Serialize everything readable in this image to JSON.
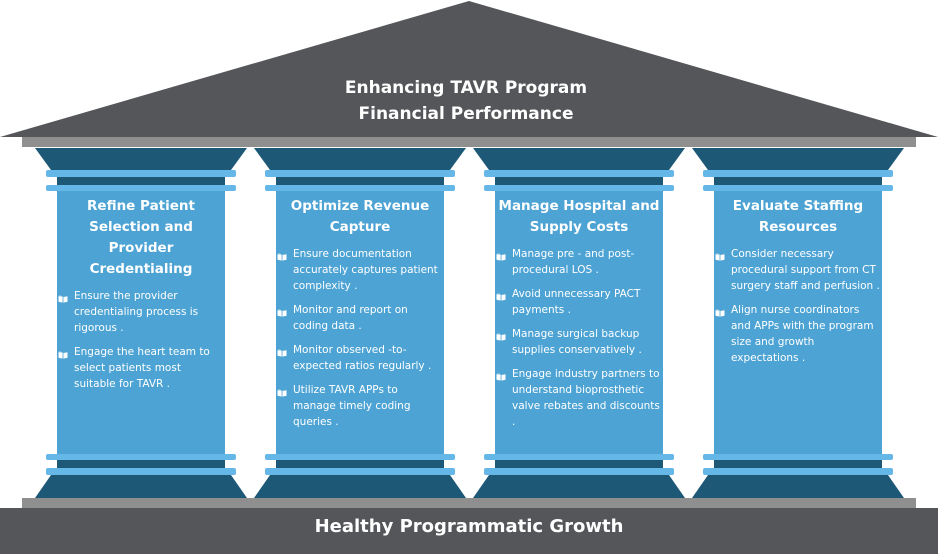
{
  "roof": {
    "title_line1": "Enhancing TAVR  Program",
    "title_line2": "Financial Performance"
  },
  "base": {
    "title": "Healthy Programmatic Growth"
  },
  "pillars": [
    {
      "title": "Refine Patient Selection and Provider Credentialing",
      "bullets": [
        "Ensure the provider credentialing process is rigorous .",
        "Engage the heart team to select patients most suitable for  TAVR ."
      ]
    },
    {
      "title": "Optimize Revenue Capture",
      "bullets": [
        "Ensure documentation accurately captures patient complexity  .",
        "Monitor and report on coding data  .",
        "Monitor observed -to-expected ratios regularly  .",
        "Utilize  TAVR  APPs to manage timely coding queries ."
      ]
    },
    {
      "title": "Manage Hospital and Supply Costs",
      "bullets": [
        "Manage pre - and post-procedural LOS  .",
        "Avoid unnecessary PACT payments .",
        "Manage surgical backup supplies conservatively .",
        "Engage industry partners to understand bioprosthetic valve rebates and discounts   ."
      ]
    },
    {
      "title": "Evaluate Staffing Resources",
      "bullets": [
        "Consider necessary procedural support from CT surgery staff and perfusion .",
        "Align nurse coordinators and  APPs with the program size and growth expectations ."
      ]
    }
  ],
  "colors": {
    "roof": "#555659",
    "band": "#8f8f8f",
    "capital": "#1d5877",
    "column": "#4da3d4",
    "ring": "#65b7e7",
    "base": "#555659"
  },
  "bullet_icon": "book-icon"
}
